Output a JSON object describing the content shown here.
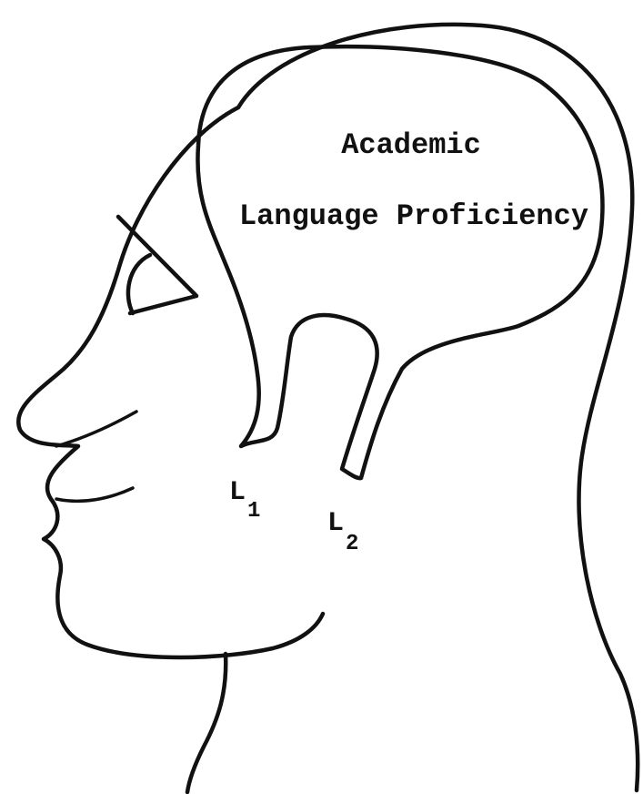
{
  "diagram": {
    "labels": {
      "line1": "Academic",
      "line2": "Language Proficiency",
      "l1_letter": "L",
      "l1_sub": "1",
      "l2_letter": "L",
      "l2_sub": "2"
    }
  }
}
